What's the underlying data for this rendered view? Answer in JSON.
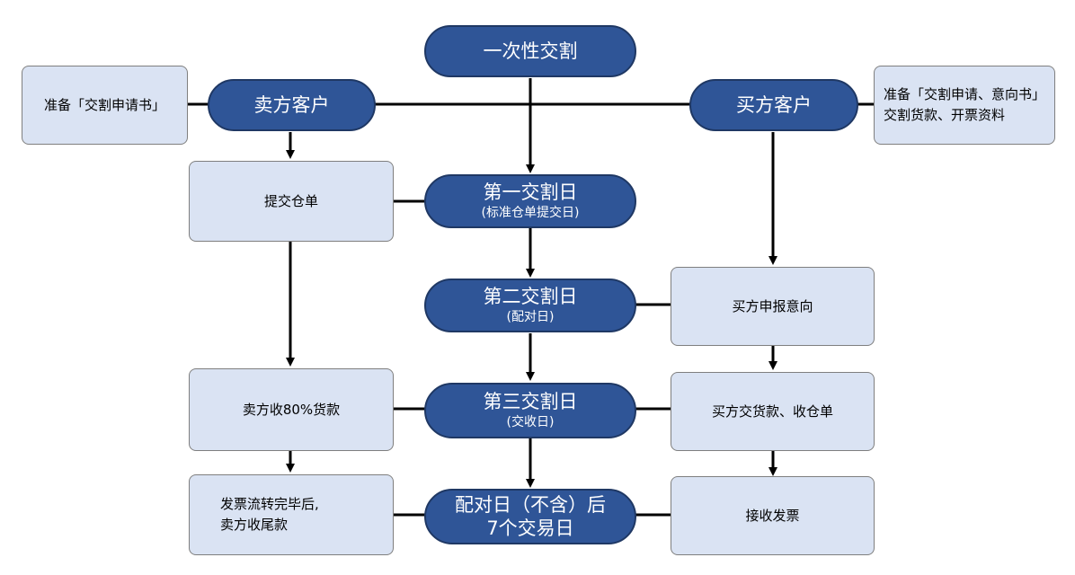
{
  "nodes": {
    "one_time": {
      "title": "一次性交割"
    },
    "seller": {
      "title": "卖方客户"
    },
    "buyer": {
      "title": "买方客户"
    },
    "day1": {
      "title": "第一交割日",
      "sub": "(标准仓单提交日)"
    },
    "day2": {
      "title": "第二交割日",
      "sub": "(配对日)"
    },
    "day3": {
      "title": "第三交割日",
      "sub": "(交收日)"
    },
    "after": {
      "line1": "配对日（不含）后",
      "line2": "7个交易日"
    }
  },
  "boxes": {
    "seller_prep": "准备「交割申请书」",
    "buyer_prep": {
      "line1": "准备「交割申请、意向书」",
      "line2": "交割货款、开票资料"
    },
    "submit": "提交仓单",
    "buyer_intent": "买方申报意向",
    "seller_80": "卖方收80%货款",
    "buyer_pay": "买方交货款、收仓单",
    "seller_final": {
      "line1": "发票流转完毕后,",
      "line2": "卖方收尾款"
    },
    "receive_invoice": "接收发票"
  }
}
